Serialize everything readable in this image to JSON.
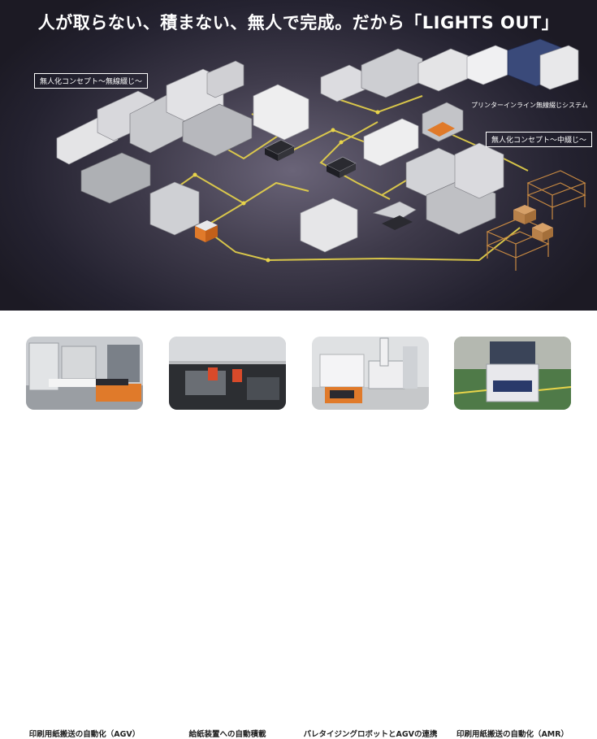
{
  "hero": {
    "headline": "人が取らない、積まない、無人で完成。だから「LIGHTS OUT」",
    "label_left": "無人化コンセプト〜無線綴じ〜",
    "label_printer": "プリンターインライン無線綴じシステム",
    "label_right": "無人化コンセプト〜中綴じ〜"
  },
  "colors": {
    "path_line": "#e8d44a",
    "agv_orange": "#e07a2a"
  },
  "thumbnails": [
    {
      "caption": "印刷用紙搬送の自動化（AGV）"
    },
    {
      "caption": "給紙装置への自動積載"
    },
    {
      "caption": "パレタイジングロボットとAGVの連携"
    },
    {
      "caption": "印刷用紙搬送の自動化（AMR）"
    }
  ]
}
